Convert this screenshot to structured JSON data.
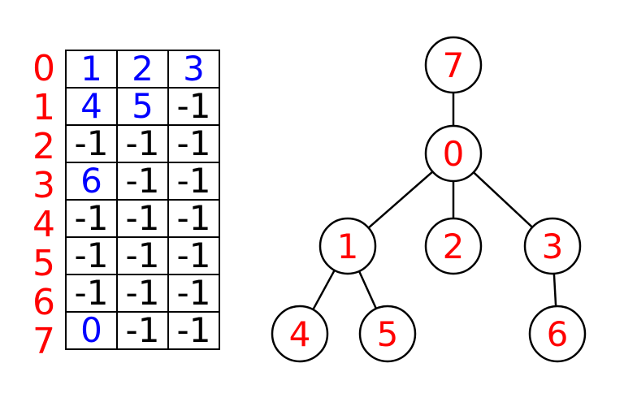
{
  "colors": {
    "label": "#ff0000",
    "child_index": "#0000ff",
    "empty": "#000000",
    "node_text": "#ff0000",
    "stroke": "#000000"
  },
  "row_labels": [
    "0",
    "1",
    "2",
    "3",
    "4",
    "5",
    "6",
    "7"
  ],
  "table": [
    [
      {
        "v": "1",
        "c": "blue"
      },
      {
        "v": "2",
        "c": "blue"
      },
      {
        "v": "3",
        "c": "blue"
      }
    ],
    [
      {
        "v": "4",
        "c": "blue"
      },
      {
        "v": "5",
        "c": "blue"
      },
      {
        "v": "-1",
        "c": "black"
      }
    ],
    [
      {
        "v": "-1",
        "c": "black"
      },
      {
        "v": "-1",
        "c": "black"
      },
      {
        "v": "-1",
        "c": "black"
      }
    ],
    [
      {
        "v": "6",
        "c": "blue"
      },
      {
        "v": "-1",
        "c": "black"
      },
      {
        "v": "-1",
        "c": "black"
      }
    ],
    [
      {
        "v": "-1",
        "c": "black"
      },
      {
        "v": "-1",
        "c": "black"
      },
      {
        "v": "-1",
        "c": "black"
      }
    ],
    [
      {
        "v": "-1",
        "c": "black"
      },
      {
        "v": "-1",
        "c": "black"
      },
      {
        "v": "-1",
        "c": "black"
      }
    ],
    [
      {
        "v": "-1",
        "c": "black"
      },
      {
        "v": "-1",
        "c": "black"
      },
      {
        "v": "-1",
        "c": "black"
      }
    ],
    [
      {
        "v": "0",
        "c": "blue"
      },
      {
        "v": "-1",
        "c": "black"
      },
      {
        "v": "-1",
        "c": "black"
      }
    ]
  ],
  "tree": {
    "nodes": [
      "7",
      "0",
      "1",
      "2",
      "3",
      "4",
      "5",
      "6"
    ],
    "edges": [
      [
        "7",
        "0"
      ],
      [
        "0",
        "1"
      ],
      [
        "0",
        "2"
      ],
      [
        "0",
        "3"
      ],
      [
        "1",
        "4"
      ],
      [
        "1",
        "5"
      ],
      [
        "3",
        "6"
      ]
    ]
  }
}
